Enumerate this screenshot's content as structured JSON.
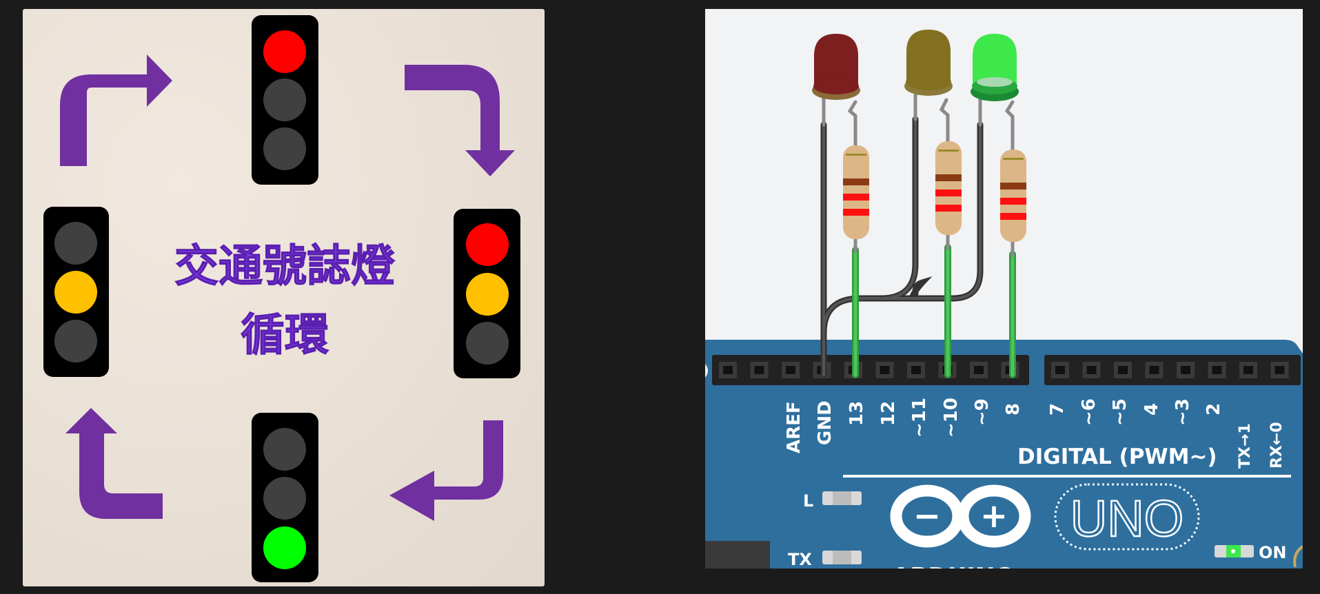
{
  "title": {
    "line1": "交通號誌燈",
    "line2": "循環"
  },
  "colors": {
    "red": "#ff0000",
    "yellow": "#ffc000",
    "green": "#00ff00",
    "arrow": "#7030a0",
    "board": "#2e6f9e",
    "title": "#7a3cdc"
  },
  "traffic_lights": [
    {
      "position": "top",
      "lit": [
        "red"
      ]
    },
    {
      "position": "right",
      "lit": [
        "red",
        "yellow"
      ]
    },
    {
      "position": "bottom",
      "lit": [
        "green"
      ]
    },
    {
      "position": "left",
      "lit": [
        "yellow"
      ]
    }
  ],
  "arduino": {
    "header_left_pins": [
      "AREF",
      "GND",
      "13",
      "12",
      "~11",
      "~10",
      "~9",
      "8"
    ],
    "header_right_pins": [
      "7",
      "~6",
      "~5",
      "4",
      "~3",
      "2",
      "TX→1",
      "RX←0"
    ],
    "digital_label": "DIGITAL (PWM~)",
    "led_l_label": "L",
    "led_tx_label": "TX",
    "on_label": "ON",
    "uno_label": "UNO",
    "brand_label": "ARDUINO",
    "logo_minus": "−",
    "logo_plus": "+"
  },
  "circuit": {
    "leds": [
      {
        "name": "red-led",
        "color": "#7d1f1f",
        "pin": "13"
      },
      {
        "name": "yellow-led",
        "color": "#837020",
        "pin": "~10"
      },
      {
        "name": "green-led",
        "color": "#3ee84a",
        "pin": "8"
      }
    ]
  }
}
